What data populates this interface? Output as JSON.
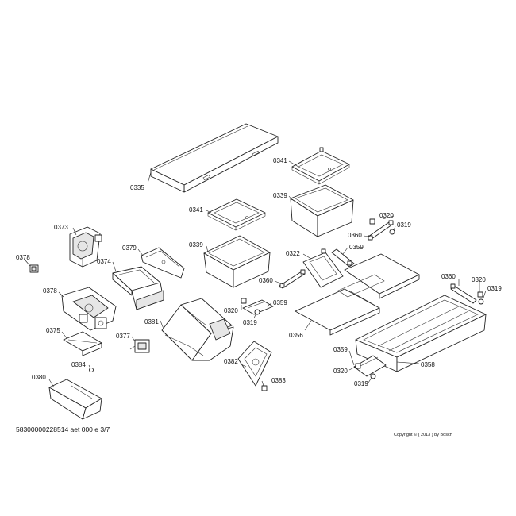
{
  "labels": {
    "l0335": "0335",
    "l0341a": "0341",
    "l0339a": "0339",
    "l0341b": "0341",
    "l0339b": "0339",
    "l0320a": "0320",
    "l0319a": "0319",
    "l0360a": "0360",
    "l0373": "0373",
    "l0378a": "0378",
    "l0379": "0379",
    "l0374": "0374",
    "l0322": "0322",
    "l0359a": "0359",
    "l0360b": "0360",
    "l0360c": "0360",
    "l0320b": "0320",
    "l0319b": "0319",
    "l0378b": "0378",
    "l0320c": "0320",
    "l0359b": "0359",
    "l0319c": "0319",
    "l0381": "0381",
    "l0356": "0356",
    "l0375": "0375",
    "l0377": "0377",
    "l0359c": "0359",
    "l0358": "0358",
    "l0384": "0384",
    "l0382": "0382",
    "l0320d": "0320",
    "l0319d": "0319",
    "l0383": "0383",
    "l0380": "0380"
  },
  "footer": {
    "doc_id": "58300000228514 aet 000 e 3/7",
    "copyright": "Copyright © ( 2013 ) by Bosch"
  }
}
